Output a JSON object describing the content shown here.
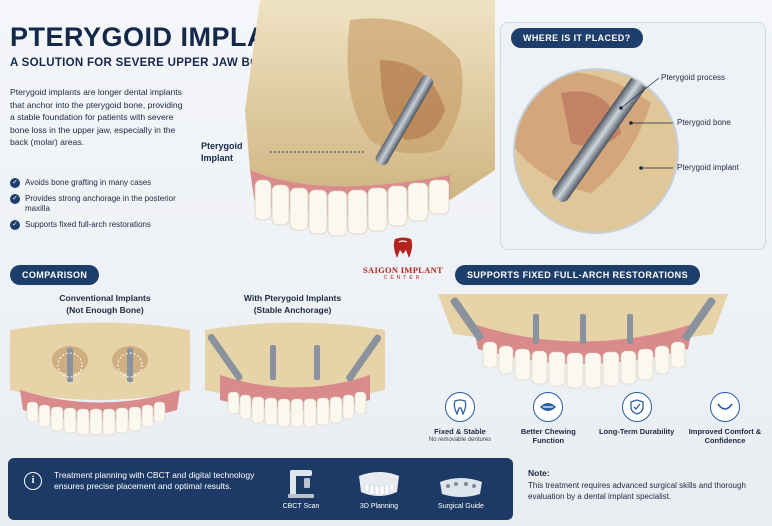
{
  "header": {
    "title": "PTERYGOID IMPLANTS",
    "subtitle": "A SOLUTION FOR SEVERE UPPER JAW BONE LOSS",
    "intro": "Pterygoid implants are longer dental implants that anchor into the pterygoid bone, providing a stable foundation for patients with severe bone loss in the upper jaw, especially in the back (molar) areas."
  },
  "bullets": [
    {
      "text": "Avoids bone grafting in many cases"
    },
    {
      "text": "Provides strong anchorage in the posterior maxilla"
    },
    {
      "text": "Supports fixed full-arch restorations"
    }
  ],
  "hero": {
    "callout_line1": "Pterygoid",
    "callout_line2": "Implant"
  },
  "where": {
    "heading": "WHERE IS IT PLACED?",
    "labels": [
      "Pterygoid process",
      "Pterygoid bone",
      "Pterygoid implant"
    ]
  },
  "comparison": {
    "heading": "COMPARISON",
    "left_title_line1": "Conventional Implants",
    "left_title_line2": "(Not Enough Bone)",
    "right_title_line1": "With Pterygoid Implants",
    "right_title_line2": "(Stable Anchorage)"
  },
  "logo": {
    "name": "SAIGON IMPLANT",
    "sub": "CENTER"
  },
  "fullarch": {
    "heading": "SUPPORTS FIXED FULL-ARCH RESTORATIONS"
  },
  "benefits": [
    {
      "icon": "tooth-icon",
      "title": "Fixed & Stable",
      "sub": "No removable dentures"
    },
    {
      "icon": "chewing-icon",
      "title": "Better Chewing Function",
      "sub": ""
    },
    {
      "icon": "shield-check-icon",
      "title": "Long-Term Durability",
      "sub": ""
    },
    {
      "icon": "smile-icon",
      "title": "Improved Comfort & Confidence",
      "sub": ""
    }
  ],
  "planning": {
    "text": "Treatment planning with CBCT and digital technology ensures precise placement and optimal results.",
    "tools": [
      "CBCT Scan",
      "3D Planning",
      "Surgical Guide"
    ]
  },
  "note": {
    "title": "Note:",
    "text": "This treatment requires advanced surgical skills and thorough evaluation by a dental implant specialist."
  },
  "colors": {
    "navy": "#1d3d6b",
    "gum": "#d98a8a",
    "bone": "#e6d3a8",
    "brand_red": "#b3241c"
  }
}
